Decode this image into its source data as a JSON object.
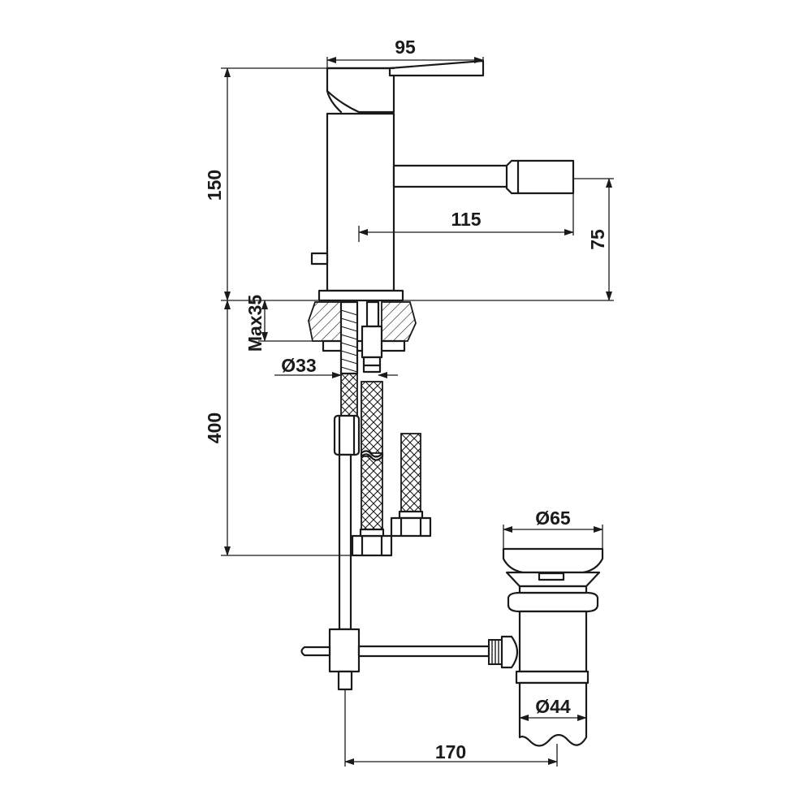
{
  "dimensions": {
    "top_width": "95",
    "total_height": "150",
    "spout_reach": "115",
    "spout_height": "75",
    "max_thickness": "Max35",
    "hole_diameter": "Ø33",
    "hose_length": "400",
    "waste_top_diameter": "Ø65",
    "waste_pipe_diameter": "Ø44",
    "rod_length": "170"
  },
  "colors": {
    "line": "#1a1a1a",
    "background": "#ffffff"
  }
}
